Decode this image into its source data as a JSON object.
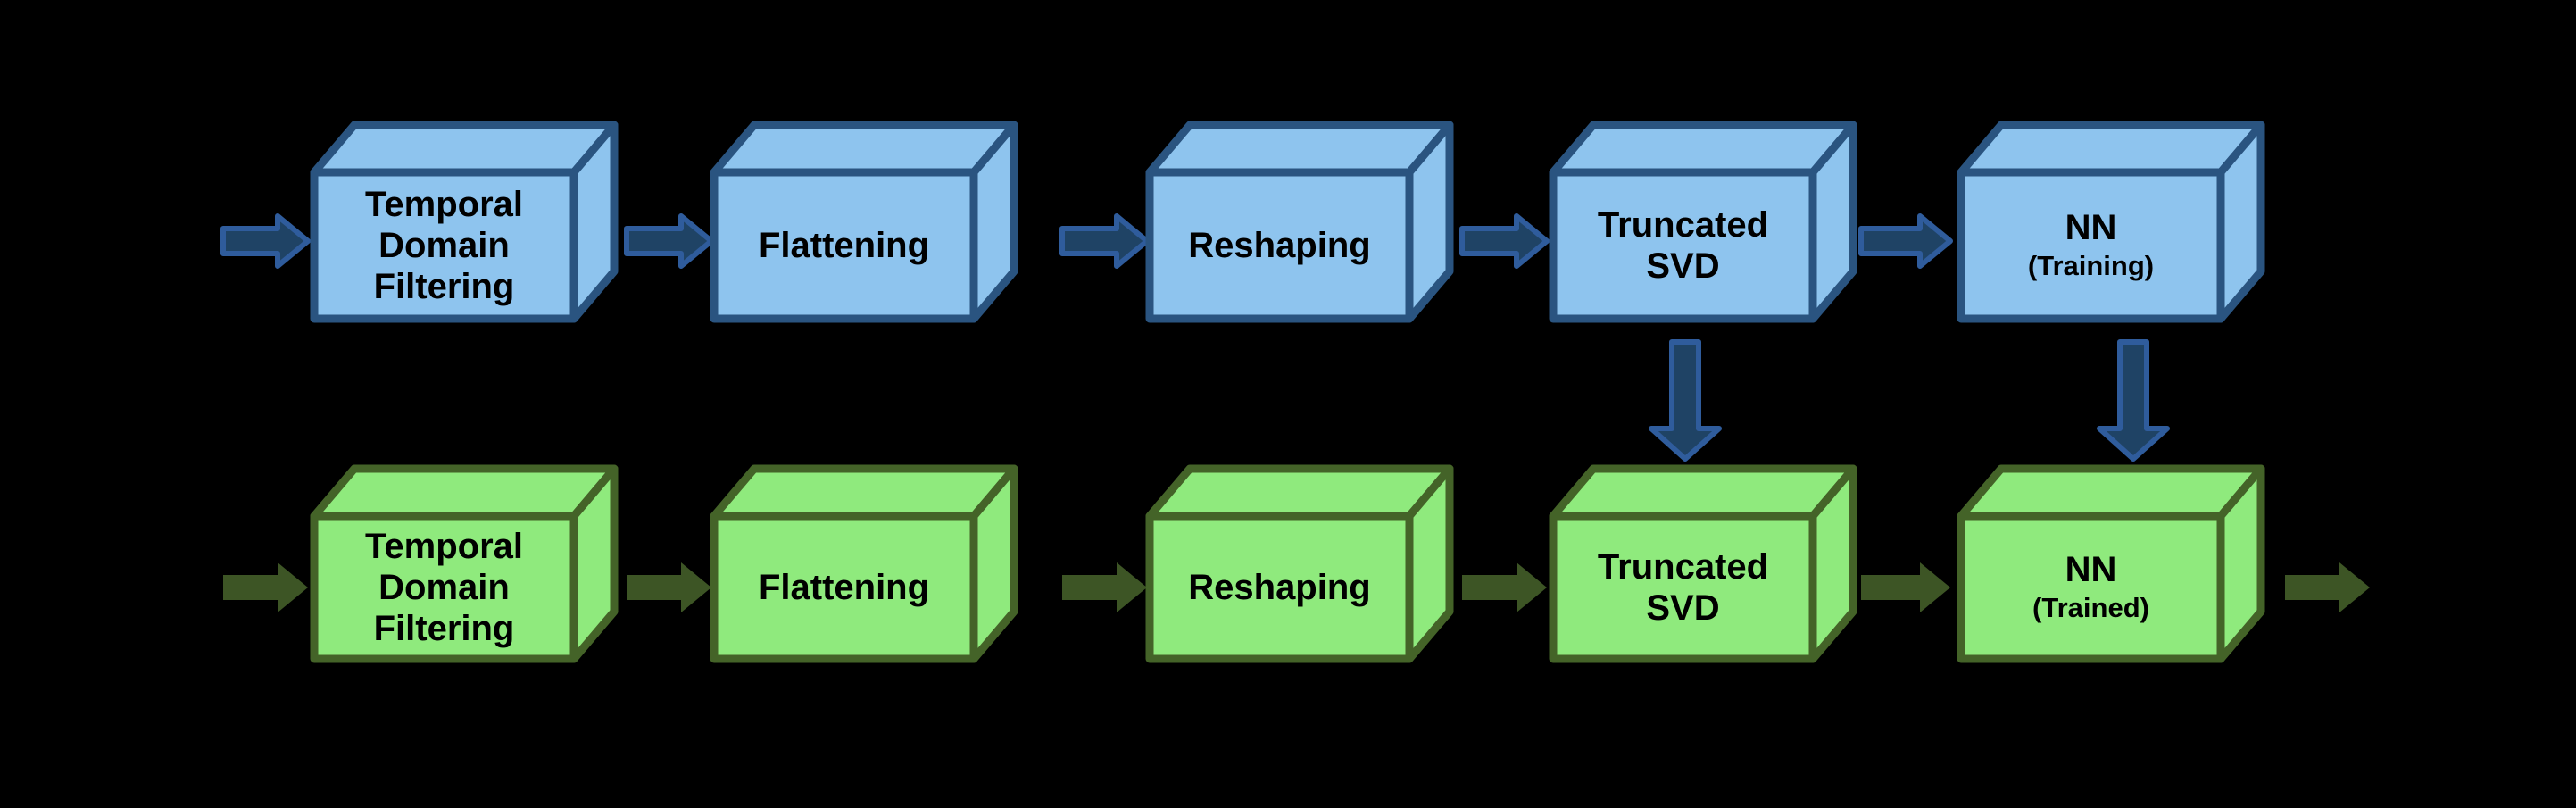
{
  "colors": {
    "background": "#000000",
    "blue-box-fill": "#8EC4EE",
    "blue-box-stroke": "#2A5480",
    "blue-arrow-fill": "#1F4365",
    "blue-arrow-stroke": "#2F5C9C",
    "green-box-fill": "#8FEA7D",
    "green-box-stroke": "#446328",
    "green-arrow-fill": "#3D5525",
    "label-text": "#000000"
  },
  "pipelines": {
    "training": {
      "boxes": [
        {
          "title": "Temporal\nDomain\nFiltering"
        },
        {
          "title": "Flattening"
        },
        {
          "title": "Reshaping"
        },
        {
          "title": "Truncated\nSVD"
        },
        {
          "title": "NN",
          "subtitle": "(Training)"
        }
      ]
    },
    "trained": {
      "boxes": [
        {
          "title": "Temporal\nDomain\nFiltering"
        },
        {
          "title": "Flattening"
        },
        {
          "title": "Reshaping"
        },
        {
          "title": "Truncated\nSVD"
        },
        {
          "title": "NN",
          "subtitle": "(Trained)"
        }
      ]
    }
  }
}
